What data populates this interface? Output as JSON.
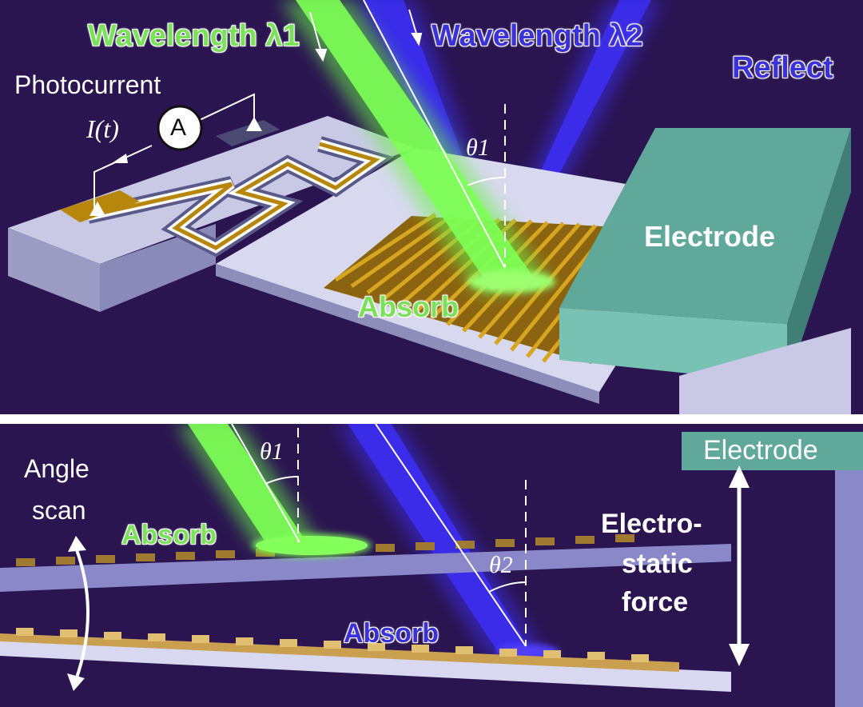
{
  "top": {
    "wavelength1": "Wavelength λ1",
    "wavelength2": "Wavelength λ2",
    "reflect": "Reflect",
    "photocurrent": "Photocurrent",
    "current_symbol": "I(t)",
    "ammeter": "A",
    "theta1": "θ1",
    "electrode": "Electrode",
    "absorb": "Absorb"
  },
  "bottom": {
    "theta1": "θ1",
    "theta2": "θ2",
    "electrode": "Electrode",
    "angle_scan_line1": "Angle",
    "angle_scan_line2": "scan",
    "absorb_green": "Absorb",
    "absorb_blue": "Absorb",
    "force_line1": "Electro-",
    "force_line2": "static",
    "force_line3": "force"
  },
  "colors": {
    "background": "#2a1550",
    "green_beam": "#6bf24a",
    "blue_beam": "#3b2df0",
    "electrode": "#5fa89a",
    "grating_gold": "#b8860b",
    "substrate": "#c9c9e6"
  }
}
